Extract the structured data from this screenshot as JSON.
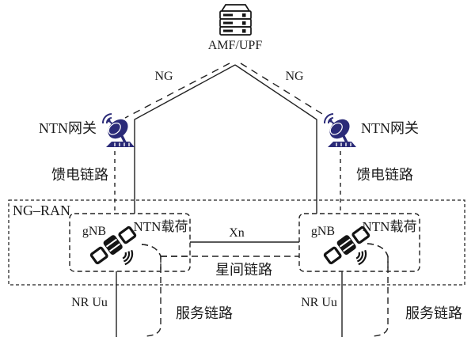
{
  "diagram": {
    "core": {
      "label": "AMF/UPF"
    },
    "interfaces": {
      "ng_left": "NG",
      "ng_right": "NG",
      "xn": "Xn",
      "nr_uu_left": "NR Uu",
      "nr_uu_right": "NR Uu"
    },
    "gateways": {
      "left_label": "NTN网关",
      "right_label": "NTN网关"
    },
    "links": {
      "feeder_left": "馈电链路",
      "feeder_right": "馈电链路",
      "inter_satellite": "星间链路",
      "service_left": "服务链路",
      "service_right": "服务链路"
    },
    "ran": {
      "label": "NG–RAN",
      "left_node": {
        "gnb": "gNB",
        "payload": "NTN载荷"
      },
      "right_node": {
        "gnb": "gNB",
        "payload": "NTN载荷"
      }
    },
    "icons": {
      "core": "server-stack-icon",
      "gateway": "satellite-dish-icon",
      "node": "satellite-icon"
    },
    "colors": {
      "line": "#222222",
      "text": "#1c1c1c",
      "dish": "#2b2b78",
      "satellite": "#141414",
      "background": "#ffffff"
    }
  }
}
